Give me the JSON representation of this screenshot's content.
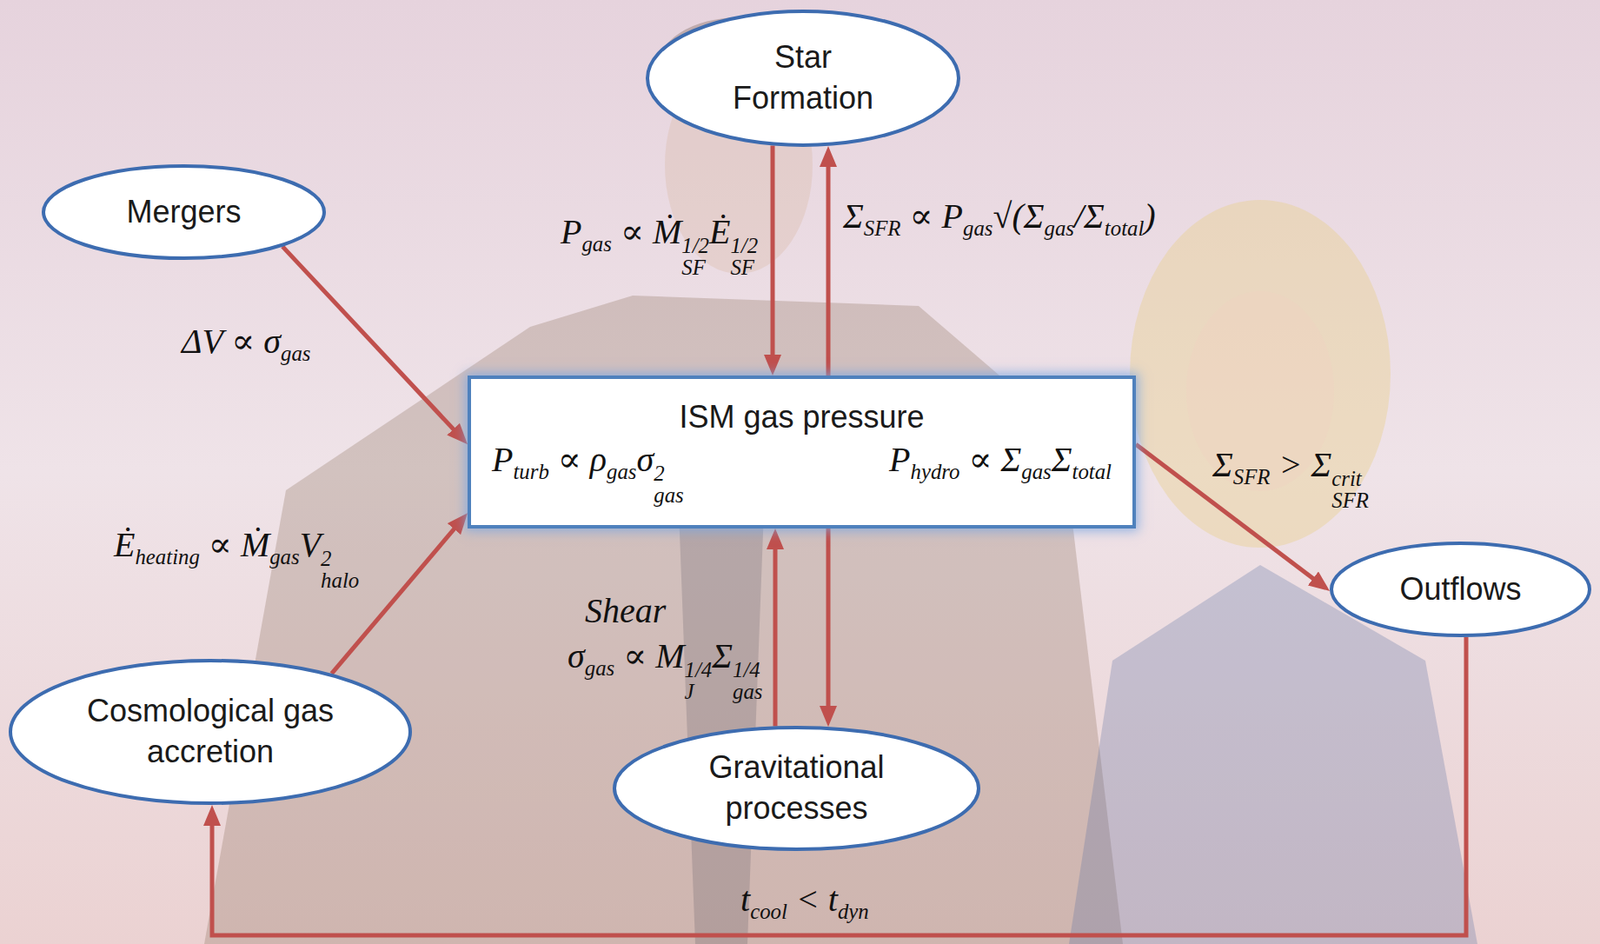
{
  "diagram": {
    "nodes": [
      {
        "text": [
          "Star Formation"
        ]
      },
      {
        "text": [
          "Mergers"
        ]
      },
      {
        "text": [
          "ISM gas pressure",
          "Pturb ∝ ρgasσgas2",
          "Phydro ∝ ΣgasΣtotal"
        ]
      },
      {
        "text": [
          "Outflows"
        ]
      },
      {
        "text": [
          "Cosmological gas accretion"
        ]
      },
      {
        "text": [
          "Gravitational processes"
        ]
      }
    ],
    "edges": [
      {
        "from": 0,
        "to": 2,
        "arrow": "to",
        "label": "Pgas ∝ ṀSF1/2ĖSF1/2"
      },
      {
        "from": 2,
        "to": 0,
        "arrow": "to",
        "label": "ΣSFR ∝ Pgas√(Σgas/Σtotal)"
      },
      {
        "from": 1,
        "to": 2,
        "arrow": "to",
        "label": "ΔV ∝ σgas"
      },
      {
        "from": 4,
        "to": 2,
        "arrow": "to",
        "label": "Ėheating ∝ ṀgasVhalo2"
      },
      {
        "from": 5,
        "to": 2,
        "arrow": "to",
        "label": "σgas ∝ MJ1/4Σgas1/4"
      },
      {
        "from": 2,
        "to": 5,
        "arrow": "to"
      },
      {
        "from": 2,
        "to": 3,
        "arrow": "to",
        "label": "ΣSFR > ΣSFRcrit"
      },
      {
        "from": 3,
        "to": 4,
        "arrow": "to",
        "label": "tcool < tdyn"
      }
    ],
    "labels": [
      "Shear"
    ]
  }
}
